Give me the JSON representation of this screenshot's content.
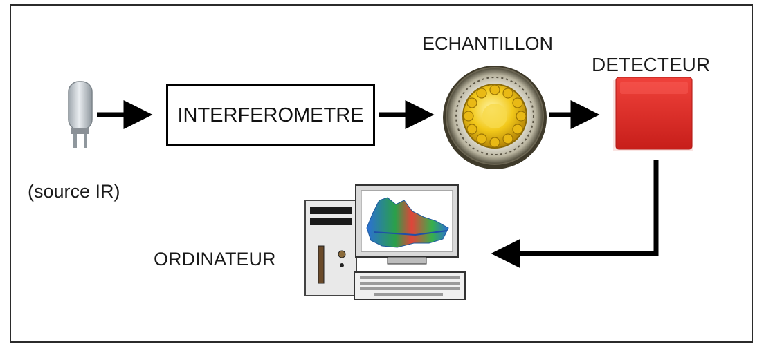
{
  "labels": {
    "source": "(source IR)",
    "interferometer": "INTERFEROMETRE",
    "sample": "ECHANTILLON",
    "detector": "DETECTEUR",
    "computer": "ORDINATEUR"
  },
  "icons": {
    "source": "ir-source-lamp-icon",
    "sample": "sample-carousel-icon",
    "detector": "detector-icon",
    "computer": "computer-icon"
  },
  "colors": {
    "detector": "#e02a24",
    "sample_core": "#f2c81a",
    "spectrum": "#2aa04a"
  }
}
